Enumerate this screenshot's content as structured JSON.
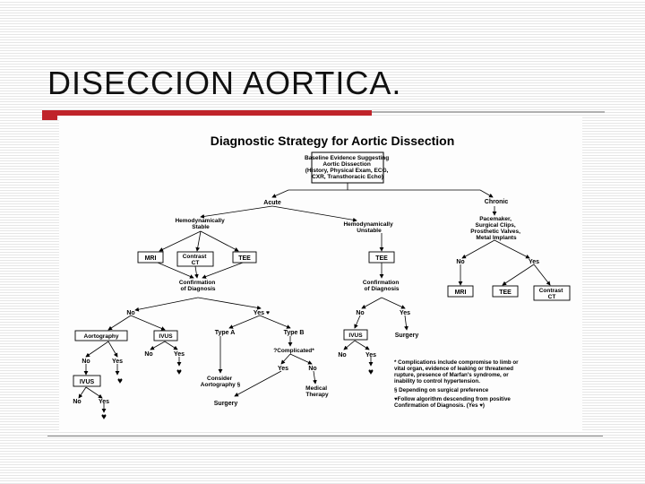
{
  "slide": {
    "title": "DISECCION AORTICA."
  },
  "diagram": {
    "title": "Diagnostic Strategy for Aortic Dissection",
    "baseline": [
      "Baseline Evidence Suggesting",
      "Aortic Dissection",
      "(History, Physical Exam, ECG,",
      "CXR, Transthoracic Echo)"
    ],
    "acute": "Acute",
    "chronic": "Chronic",
    "hemo_stable": [
      "Hemodynamically",
      "Stable"
    ],
    "hemo_unstable": [
      "Hemodynamically",
      "Unstable"
    ],
    "chronic_conditions": [
      "Pacemaker,",
      "Surgical Clips,",
      "Prosthetic Valves,",
      "Metal Implants"
    ],
    "mri": "MRI",
    "contrast_ct": [
      "Contrast",
      "CT"
    ],
    "tee": "TEE",
    "confirmation": [
      "Confirmation",
      "of Diagnosis"
    ],
    "no": "No",
    "yes": "Yes",
    "yes_heart": "Yes ♥",
    "aortography": "Aortography",
    "ivus": "IVUS",
    "type_a": "Type A",
    "type_b": "Type B",
    "complicated": "?Complicated*",
    "consider_aortography": [
      "Consider",
      "Aortography §"
    ],
    "surgery": "Surgery",
    "medical_therapy": [
      "Medical",
      "Therapy"
    ],
    "heart": "♥",
    "notes": [
      "* Complications include compromise to limb or",
      "vital organ, evidence of leaking or threatened",
      "rupture, presence of Marfan's syndrome, or",
      "inability to control hypertension.",
      "§ Depending on surgical preference",
      "♥Follow algorithm descending from positive",
      "Confirmation of Diagnosis. (Yes ♥)"
    ]
  }
}
